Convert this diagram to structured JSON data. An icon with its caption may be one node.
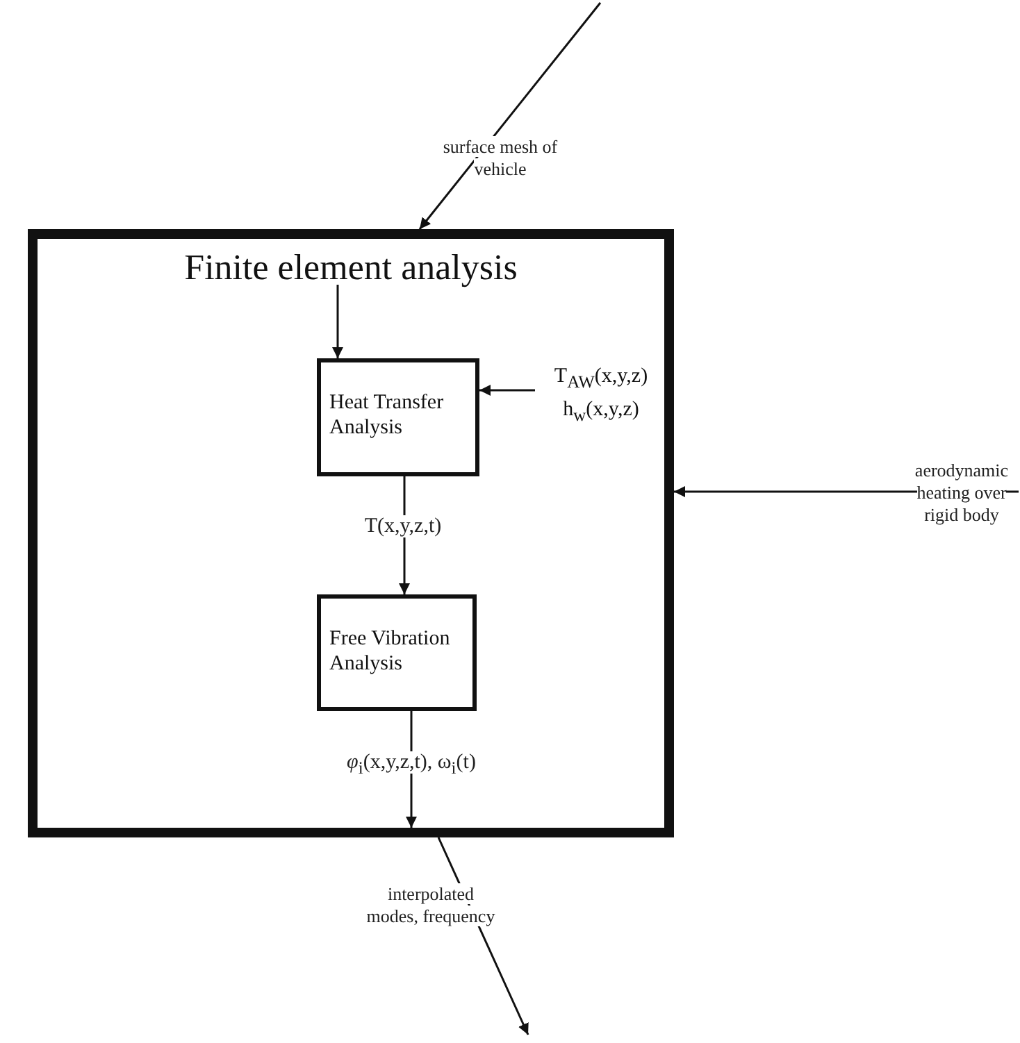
{
  "diagram": {
    "nodes": [
      {
        "text": [
          "Finite element analysis"
        ]
      },
      {
        "text": [
          "Heat Transfer Analysis"
        ],
        "in": 0
      },
      {
        "text": [
          "Free Vibration Analysis"
        ],
        "in": 0
      },
      {
        "text": [
          "T$_{AW}$(x,y,z)",
          "h$_{w}$(x,y,z)"
        ],
        "in": 0
      }
    ],
    "edges": [
      {
        "from": null,
        "to": 0,
        "arrow": "to",
        "label": "surface mesh of vehicle"
      },
      {
        "from": null,
        "to": 1,
        "arrow": "to"
      },
      {
        "from": 3,
        "to": 1,
        "arrow": "to"
      },
      {
        "from": 1,
        "to": 2,
        "arrow": "to",
        "label": "T(x,y,z,t)"
      },
      {
        "from": null,
        "to": 0,
        "arrow": "to",
        "label": "aerodynamic heating over rigid body"
      },
      {
        "from": 2,
        "to": null,
        "arrow": "to",
        "label": "*φ*$_{i}$(x,y,z,t), ω$_{i}$(t)"
      },
      {
        "from": 0,
        "to": null,
        "arrow": "to",
        "label": "interpolated modes, frequency"
      }
    ]
  }
}
